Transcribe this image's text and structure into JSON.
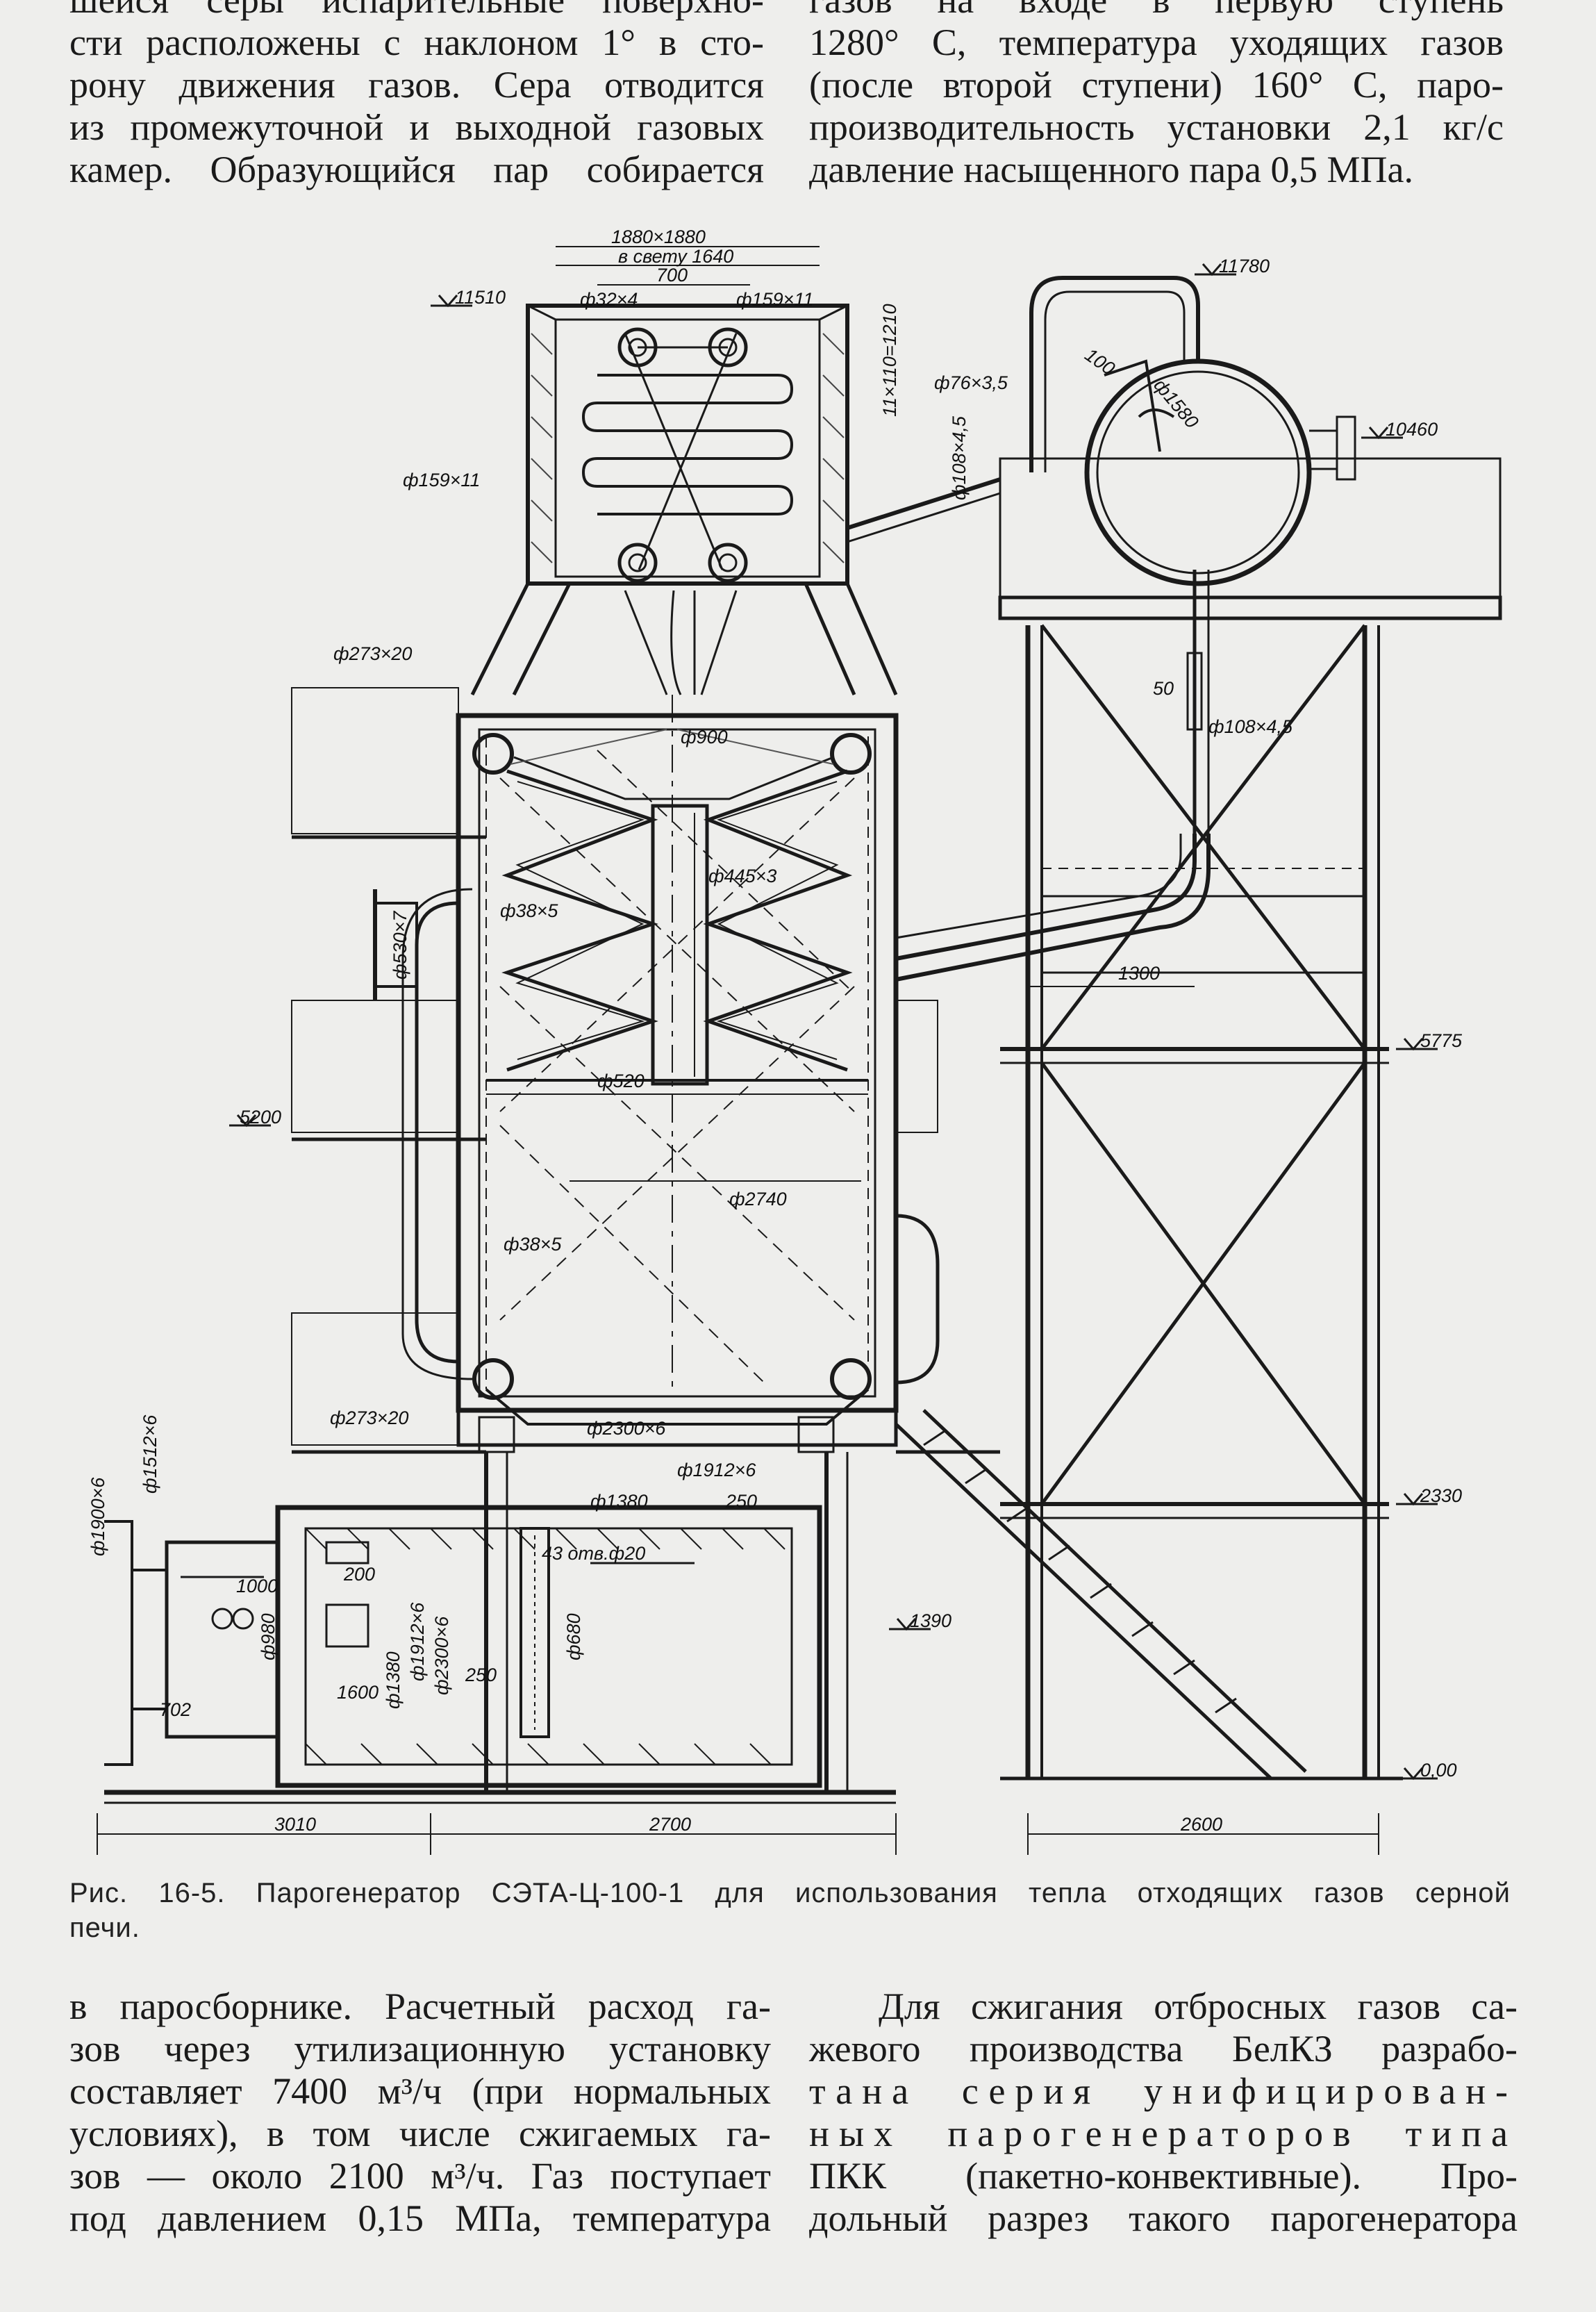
{
  "text_top_left": [
    "шейся серы испарительные поверхно-",
    "сти расположены с наклоном 1° в сто-",
    "рону движения газов. Сера отводится",
    "из промежуточной и выходной газовых",
    "камер. Образующийся пар собирается"
  ],
  "text_top_right": [
    "газов на входе в первую ступень",
    "1280° С, температура уходящих газов",
    "(после второй ступени) 160° С, паро-",
    "производительность установки 2,1 кг/с",
    "давление насыщенного пара 0,5 МПа."
  ],
  "figure": {
    "caption_line1": "Рис. 16-5. Парогенератор СЭТА-Ц-100-1 для использования тепла отходящих газов серной",
    "caption_line2": "печи.",
    "dims": {
      "d1880": "1880×1880",
      "v_svetu": "в свету 1640",
      "d700": "700",
      "d32": "ф32×4",
      "d159a": "ф159×11",
      "d159b": "ф159×11",
      "d11x110": "11×110=1210",
      "d76": "ф76×3,5",
      "d108a": "ф108×4,5",
      "d100": "100",
      "d1580": "ф1580",
      "d273a": "ф273×20",
      "d900": "ф900",
      "d50": "50",
      "d108b": "ф108×4,5",
      "d445": "ф445×3",
      "d38a": "ф38×5",
      "d530": "ф530×7",
      "d1300": "1300",
      "d520": "ф520",
      "d2740": "ф2740",
      "d38b": "ф38×5",
      "d273b": "ф273×20",
      "d2300a": "ф2300×6",
      "d1912a": "ф1912×6",
      "d1380a": "ф1380",
      "d250a": "250",
      "d43": "43 отв.ф20",
      "d1512": "ф1512×6",
      "d1900": "ф1900×6",
      "d1000": "1000",
      "d200": "200",
      "d980": "ф980",
      "d1912b": "ф1912×6",
      "d2300b": "ф2300×6",
      "d1380b": "ф1380",
      "d680": "ф680",
      "d250b": "250",
      "d1600": "1600",
      "d702": "702",
      "d3010": "3010",
      "d2700": "2700",
      "d2600": "2600"
    },
    "levels": {
      "l11780": "11780",
      "l11510": "11510",
      "l10460": "10460",
      "l5775": "5775",
      "l5200": "5200",
      "l2330": "2330",
      "l1390": "1390",
      "l000": "0,00"
    }
  },
  "text_bottom_left": [
    "в паросборнике. Расчетный расход га-",
    "зов через утилизационную установку",
    "составляет 7400 м³/ч (при нормальных",
    "условиях), в том числе сжигаемых га-",
    "зов — около 2100 м³/ч. Газ поступает",
    "под давлением 0,15 МПа, температура"
  ],
  "text_bottom_right": [
    "Для сжигания отбросных газов са-",
    "жевого производства БелКЗ разрабо-",
    "тана серия унифицирован-",
    "ных парогенераторов типа",
    "ПКК (пакетно-конвективные). Про-",
    "дольный разрез такого парогенератора"
  ]
}
